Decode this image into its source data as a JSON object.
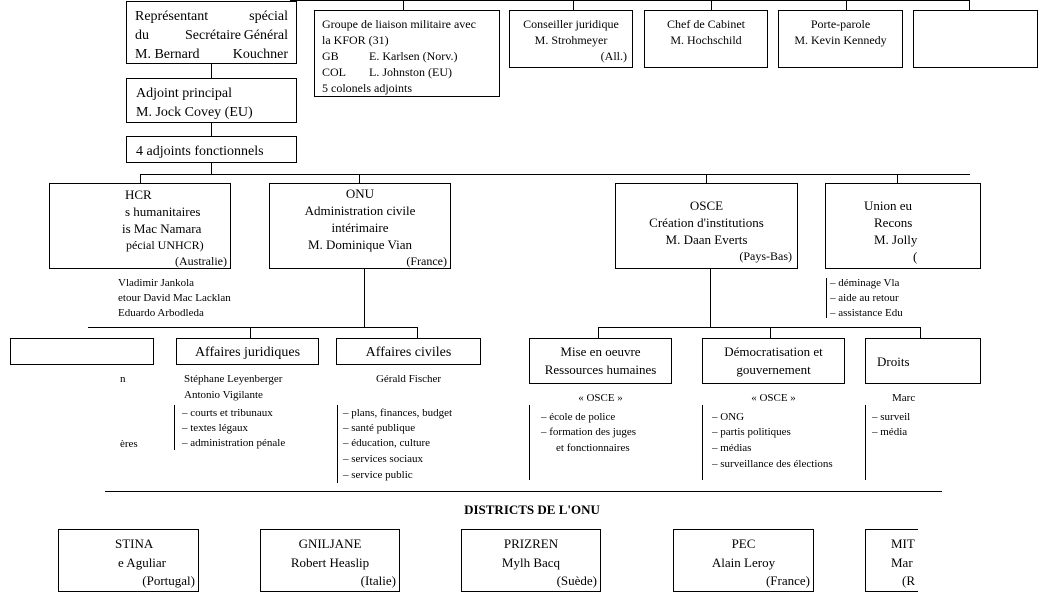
{
  "top": {
    "rep": {
      "line1a": "Représentant",
      "line1b": "spécial",
      "line2a": "du",
      "line2b": "Secrétaire",
      "line2c": "Général",
      "line3a": "M. Bernard",
      "line3b": "Kouchner"
    },
    "adjoint_principal": {
      "title": "Adjoint principal",
      "name": "M. Jock Covey (EU)"
    },
    "adjoints_fonctionnels": "4 adjoints fonctionnels",
    "kfor": {
      "l1": "Groupe de liaison militaire avec",
      "l2": "la KFOR (31)",
      "l3a": "GB",
      "l3b": "E. Karlsen (Norv.)",
      "l4a": "COL",
      "l4b": "L. Johnston (EU)",
      "l5": "5 colonels adjoints"
    },
    "conseiller": {
      "title": "Conseiller juridique",
      "name": "M. Strohmeyer",
      "country": "(All.)"
    },
    "chef": {
      "title": "Chef de Cabinet",
      "name": "M. Hochschild"
    },
    "porte_parole": {
      "title": "Porte-parole",
      "name": "M. Kevin Kennedy"
    }
  },
  "pillars": {
    "hcr": {
      "l1": "HCR",
      "l2": "s humanitaires",
      "l3": "is Mac Namara",
      "l4": "pécial UNHCR)",
      "country": "(Australie)",
      "notes": [
        "Vladimir Jankola",
        "etour David Mac Lacklan",
        "Eduardo Arbodleda"
      ]
    },
    "onu": {
      "l1": "ONU",
      "l2": "Administration civile",
      "l3": "intérimaire",
      "l4": "M. Dominique Vian",
      "country": "(France)"
    },
    "osce": {
      "l1": "OSCE",
      "l2": "Création d'institutions",
      "l3": "M. Daan Everts",
      "country": "(Pays-Bas)"
    },
    "ue": {
      "l1": "Union eu",
      "l2": "Recons",
      "l3": "M. Jolly",
      "l4": "(",
      "notes": [
        "– déminage Vla",
        "– aide au retour",
        "– assistance Edu"
      ]
    }
  },
  "sub": {
    "partial_left_notes": [
      "n",
      "ères"
    ],
    "juridiques": {
      "title": "Affaires juridiques",
      "names": [
        "Stéphane Leyenberger",
        "Antonio Vigilante"
      ],
      "items": [
        "– courts et tribunaux",
        "– textes légaux",
        "– administration pénale"
      ]
    },
    "civiles": {
      "title": "Affaires civiles",
      "names": [
        "Gérald Fischer"
      ],
      "items": [
        "– plans, finances, budget",
        "– santé publique",
        "– éducation, culture",
        "– services sociaux",
        "– service public"
      ]
    },
    "mise": {
      "l1": "Mise en oeuvre",
      "l2": "Ressources humaines",
      "tag": "« OSCE »",
      "items": [
        "– école de police",
        "– formation des juges",
        "et fonctionnaires"
      ]
    },
    "democ": {
      "l1": "Démocratisation et",
      "l2": "gouvernement",
      "tag": "« OSCE »",
      "items": [
        "– ONG",
        "– partis politiques",
        "– médias",
        "– surveillance des élections"
      ]
    },
    "droits": {
      "title": "Droits",
      "name": "Marc",
      "items": [
        "– surveil",
        "– média"
      ]
    }
  },
  "districts": {
    "heading": "DISTRICTS DE L'ONU",
    "pristina": {
      "name": "STINA",
      "person": "e Aguliar",
      "country": "(Portugal)"
    },
    "gniljane": {
      "name": "GNILJANE",
      "person": "Robert Heaslip",
      "country": "(Italie)"
    },
    "prizren": {
      "name": "PRIZREN",
      "person": "Mylh Bacq",
      "country": "(Suède)"
    },
    "pec": {
      "name": "PEC",
      "person": "Alain Leroy",
      "country": "(France)"
    },
    "mitro": {
      "name": "MIT",
      "person": "Mar",
      "country": "(R"
    }
  }
}
